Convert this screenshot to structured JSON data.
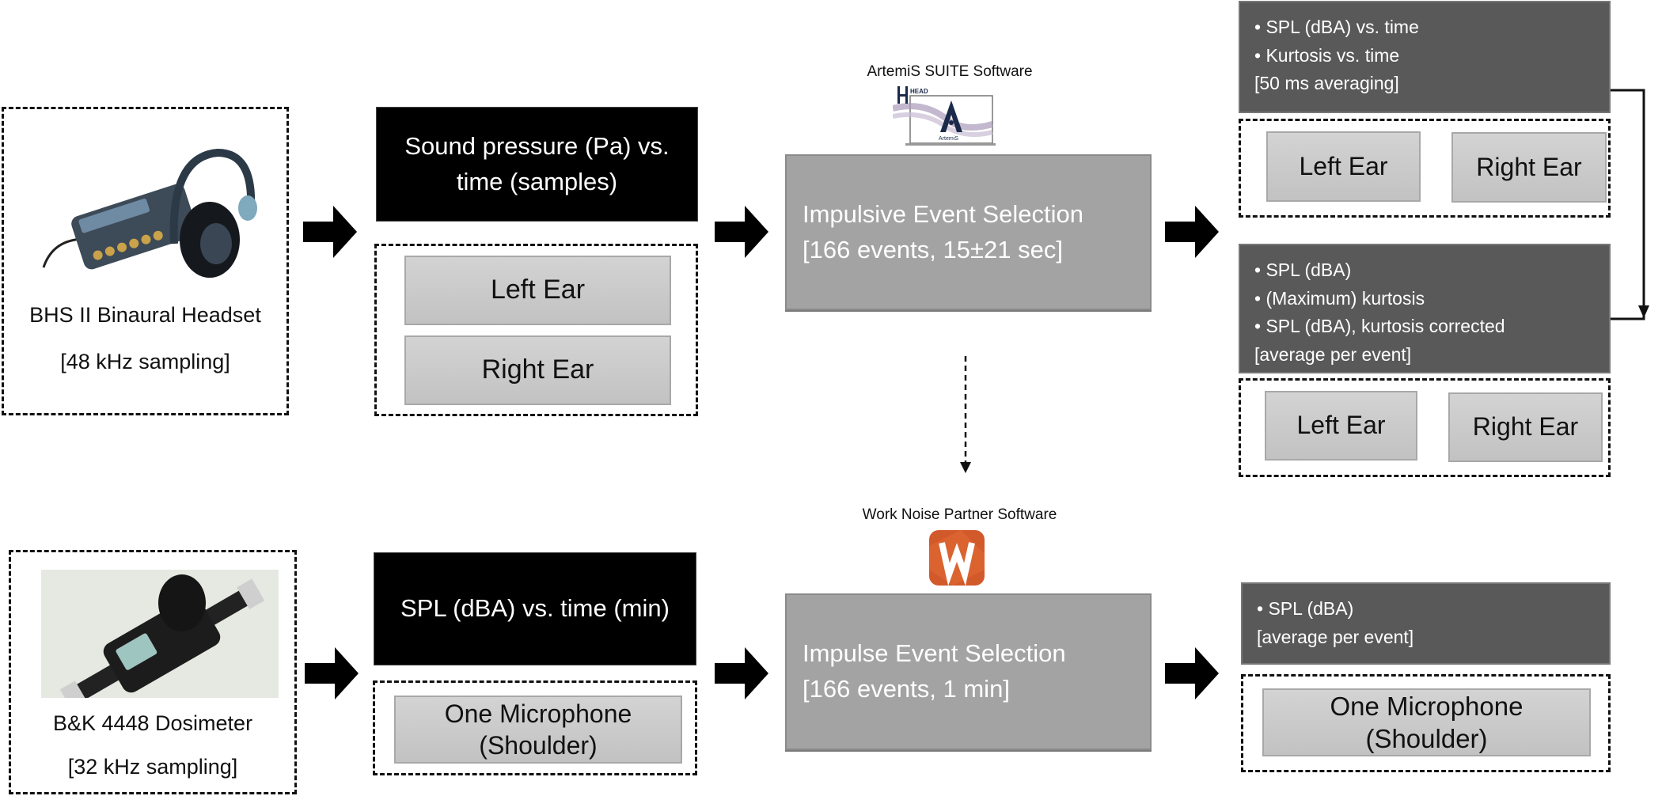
{
  "top_row": {
    "device": {
      "name": "BHS II Binaural Headset",
      "sampling": "[48 kHz sampling]",
      "image_icon": "headset-with-recorder-icon"
    },
    "signal_box": {
      "line1": "Sound pressure (Pa) vs.",
      "line2": "time (samples)"
    },
    "channels": [
      "Left Ear",
      "Right Ear"
    ],
    "software": {
      "label": "ArtemiS SUITE Software",
      "logo_icon": "artemis-suite-logo-icon",
      "logo_brand": "HEAD acoustics",
      "logo_letter": "A",
      "logo_caption": "ArtemiS SUITE"
    },
    "selection": {
      "title": "Impulsive Event Selection",
      "detail": "[166 events, 15±21 sec]"
    },
    "output_time": {
      "bullets": [
        "SPL (dBA) vs. time",
        "Kurtosis vs. time"
      ],
      "note": "[50 ms averaging]",
      "channels": [
        "Left Ear",
        "Right Ear"
      ]
    },
    "output_event": {
      "bullets": [
        "SPL (dBA)",
        "(Maximum) kurtosis",
        "SPL (dBA), kurtosis corrected"
      ],
      "note": "[average per event]",
      "channels": [
        "Left Ear",
        "Right Ear"
      ]
    }
  },
  "bottom_row": {
    "device": {
      "name": "B&K 4448 Dosimeter",
      "sampling": "[32 kHz sampling]",
      "image_icon": "dosimeter-icon"
    },
    "signal_box": {
      "line1": "SPL (dBA) vs. time (min)"
    },
    "channel": {
      "line1": "One Microphone",
      "line2": "(Shoulder)"
    },
    "software": {
      "label": "Work Noise Partner Software",
      "logo_icon": "work-noise-partner-logo-icon",
      "logo_letter": "W",
      "logo_color": "#d2592a"
    },
    "selection": {
      "title": "Impulse Event Selection",
      "detail": "[166 events, 1 min]"
    },
    "output_event": {
      "bullets": [
        "SPL (dBA)"
      ],
      "note": "[average per event]",
      "channel": {
        "line1": "One Microphone",
        "line2": "(Shoulder)"
      }
    }
  },
  "bullet_glyph": "•"
}
